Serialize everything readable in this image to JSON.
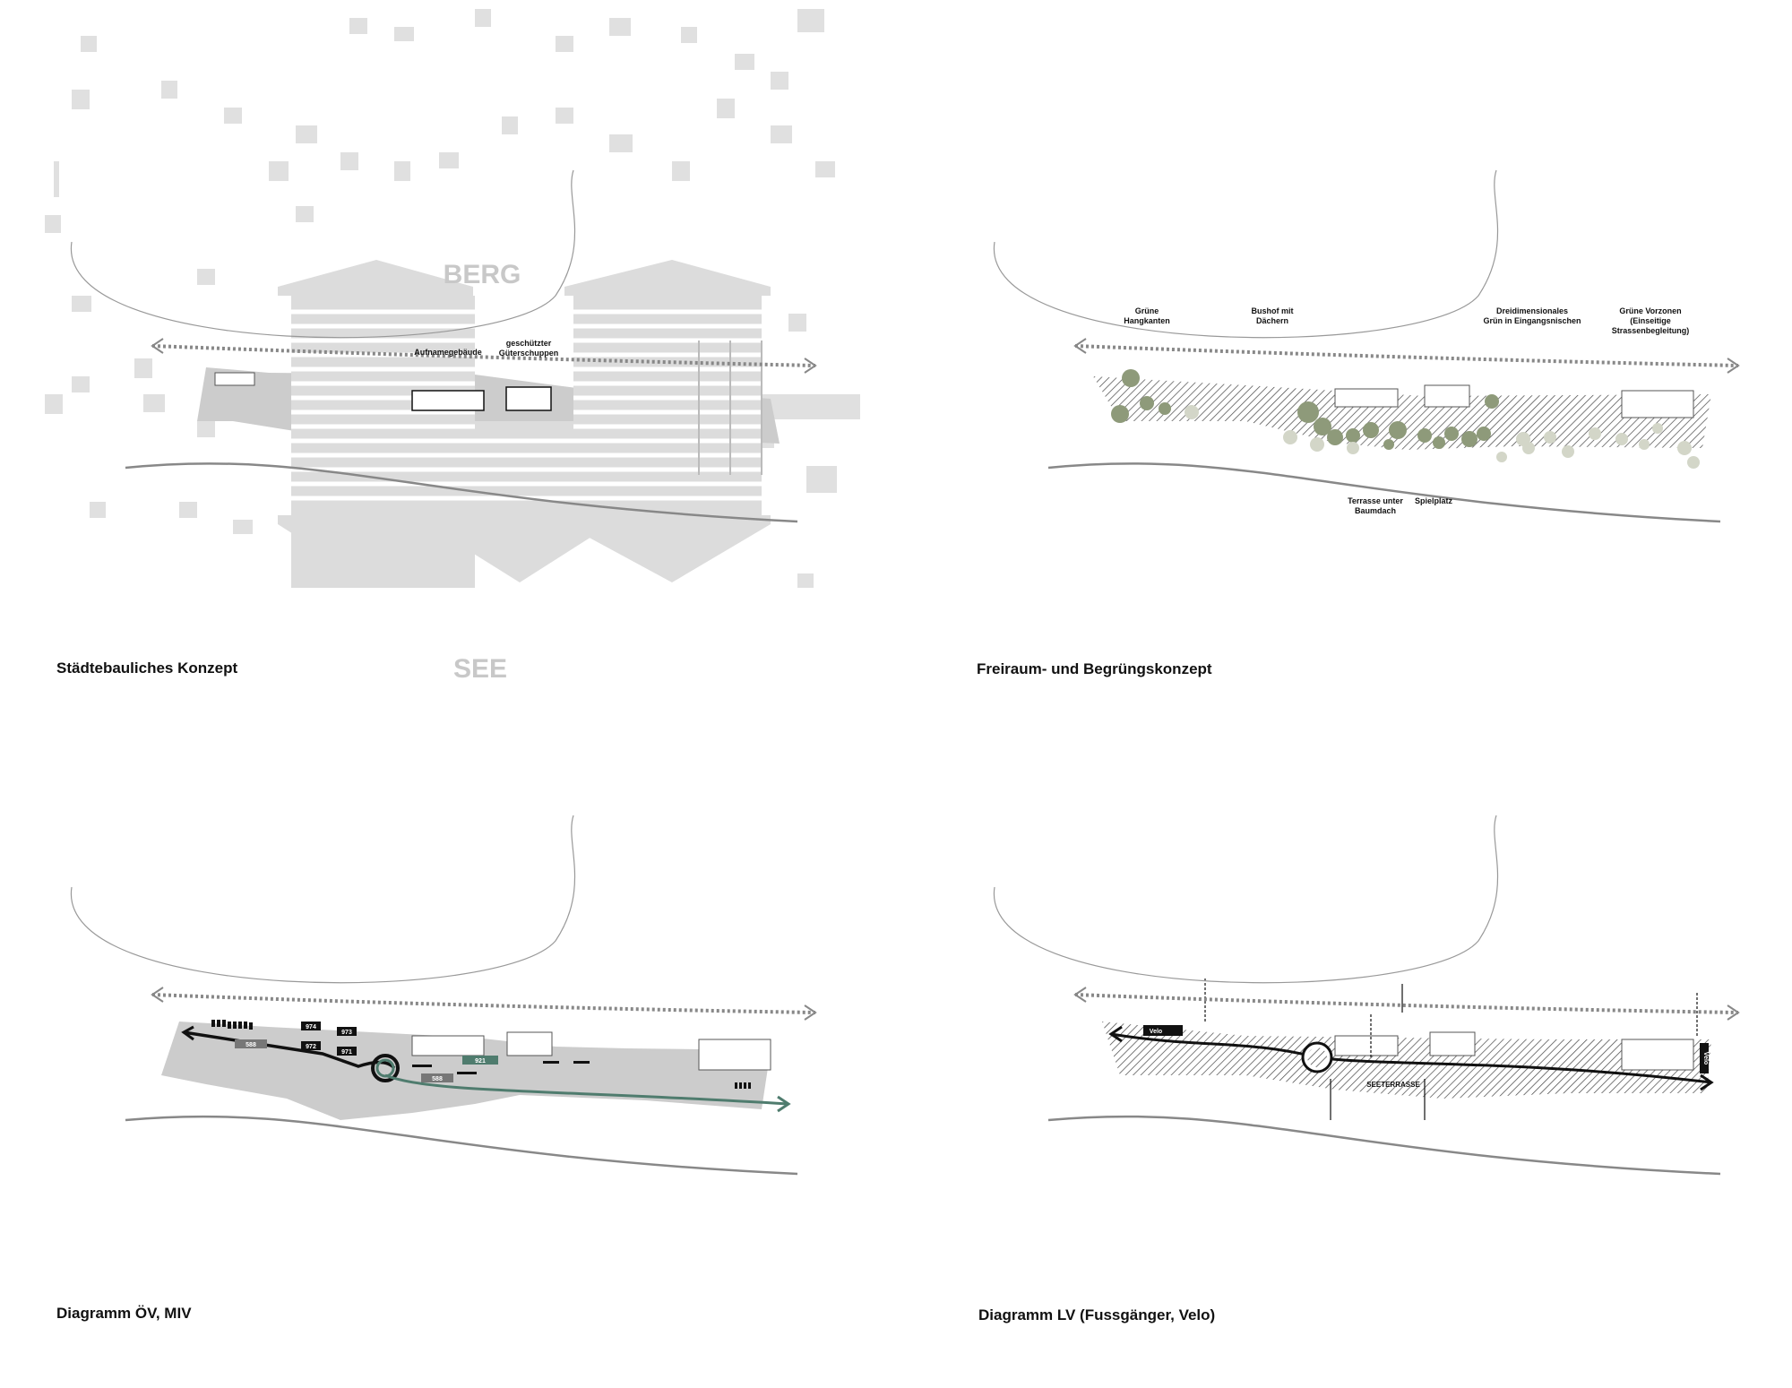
{
  "panels": {
    "urban": {
      "title": "Städtebauliches Konzept",
      "berg": "BERG",
      "see": "SEE",
      "labels": {
        "aufnahmegebaeude": "Aufnamegebäude",
        "gueterschuppen_1": "geschützter",
        "gueterschuppen_2": "Güterschuppen"
      }
    },
    "green": {
      "title": "Freiraum- und Begrüngskonzept",
      "labels": {
        "gruene_hangkanten_1": "Grüne",
        "gruene_hangkanten_2": "Hangkanten",
        "bushof_1": "Bushof mit",
        "bushof_2": "Dächern",
        "dreidim_1": "Dreidimensionales",
        "dreidim_2": "Grün in Eingangsnischen",
        "vorzonen_1": "Grüne Vorzonen",
        "vorzonen_2": "(Einseitige",
        "vorzonen_3": "Strassenbegleitung)",
        "terrasse_1": "Terrasse unter",
        "terrasse_2": "Baumdach",
        "spielplatz": "Spielplatz"
      }
    },
    "transit": {
      "title": "Diagramm ÖV, MIV",
      "lines": {
        "l974": "974",
        "l973": "973",
        "l972": "972",
        "l971": "971",
        "l921": "921",
        "l588a": "588",
        "l588b": "588"
      }
    },
    "slow": {
      "title": "Diagramm LV (Fussgänger, Velo)",
      "velo": "Velo",
      "velo_end": "Velo",
      "seeterrasse": "SEETERRASSE"
    }
  },
  "colors": {
    "site_grey": "#cccccc",
    "context_grey": "#e0e0e0",
    "stripe_grey": "#d9d9d9",
    "tree_green": "#8e9a7a",
    "tree_light": "#d3d6c8",
    "bus_teal": "#4f7c6e",
    "ink": "#111111"
  }
}
